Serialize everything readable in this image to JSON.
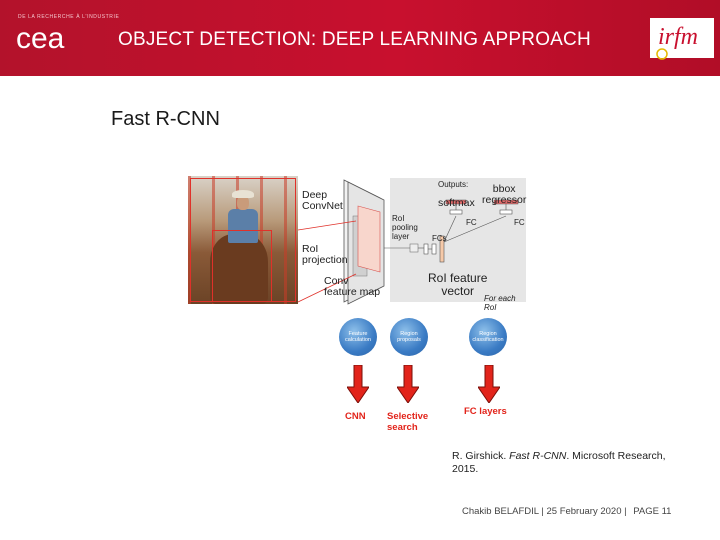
{
  "header": {
    "logo_subtext": "DE LA RECHERCHE À L'INDUSTRIE",
    "logo_text": "cea",
    "title": "OBJECT DETECTION: DEEP LEARNING APPROACH",
    "partner_logo_text": "irfm",
    "colors": {
      "band": "#c8102e",
      "title": "#ffffff"
    }
  },
  "section_title": "Fast R-CNN",
  "figure": {
    "deep_convnet": "Deep\nConvNet",
    "roi_projection": "RoI\nprojection",
    "conv_feature_map": "Conv\nfeature map",
    "outputs": "Outputs:",
    "softmax": "softmax",
    "bbox_regressor": "bbox\nregressor",
    "fc_left": "FC",
    "fc_right": "FC",
    "fcs": "FCs",
    "roi_pooling_layer": "RoI\npooling\nlayer",
    "roi_feature_vector": "RoI feature\nvector",
    "for_each_roi": "For each RoI"
  },
  "pipeline": {
    "circles": [
      {
        "label": "Feature calculation"
      },
      {
        "label": "Region proposals"
      },
      {
        "label": "Region classification"
      }
    ],
    "steps": [
      {
        "label": "CNN"
      },
      {
        "label": "Selective search"
      },
      {
        "label": "FC layers"
      }
    ],
    "colors": {
      "arrow": "#e2241b",
      "circle": "#3a7bc4"
    }
  },
  "citation": {
    "prefix": "R. Girshick. ",
    "title": "Fast R-CNN",
    "suffix": ". Microsoft Research, 2015."
  },
  "footer": {
    "author_date": "Chakib BELAFDIL | 25 February 2020 |",
    "page": "PAGE 11"
  }
}
